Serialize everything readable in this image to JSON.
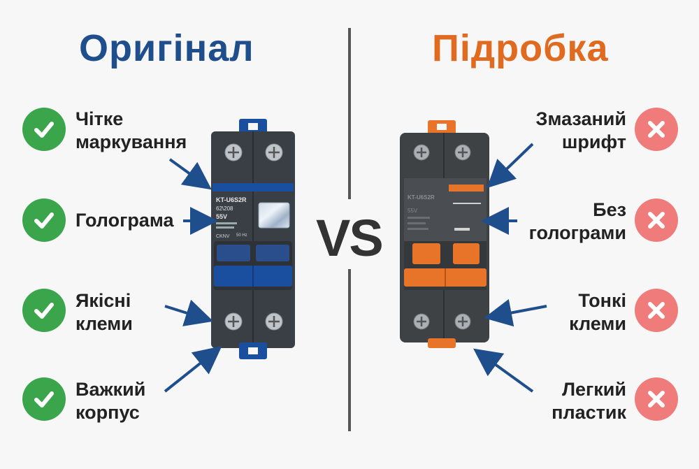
{
  "left": {
    "title": "Оригінал",
    "title_color": "#1f4e8c",
    "features": [
      {
        "line1": "Чітке",
        "line2": "маркування",
        "icon": "check-icon"
      },
      {
        "line1": "Голограма",
        "line2": "",
        "icon": "check-icon"
      },
      {
        "line1": "Якісні",
        "line2": "клеми",
        "icon": "check-icon"
      },
      {
        "line1": "Важкий",
        "line2": "корпус",
        "icon": "check-icon"
      }
    ],
    "device": {
      "model": "KT-U6S2R",
      "spec1": "62\\208",
      "spec2": "55V",
      "spec3": "50 Hz",
      "spec4": "CKNV",
      "body_color": "#3a3f45",
      "accent_color": "#1a4fa0"
    }
  },
  "right": {
    "title": "Підробка",
    "title_color": "#e06a1f",
    "features": [
      {
        "line1": "Змазаний",
        "line2": "шрифт",
        "icon": "cross-icon"
      },
      {
        "line1": "Без",
        "line2": "голограми",
        "icon": "cross-icon"
      },
      {
        "line1": "Тонкі",
        "line2": "клеми",
        "icon": "cross-icon"
      },
      {
        "line1": "Легкий",
        "line2": "пластик",
        "icon": "cross-icon"
      }
    ],
    "device": {
      "model": "KT-U6S2R",
      "spec2": "55V",
      "body_color": "#3f4245",
      "accent_color": "#e8742a"
    }
  },
  "vs": "VS",
  "colors": {
    "check": "#3aa54a",
    "cross": "#f07b7b",
    "arrow": "#1f4e8c"
  }
}
